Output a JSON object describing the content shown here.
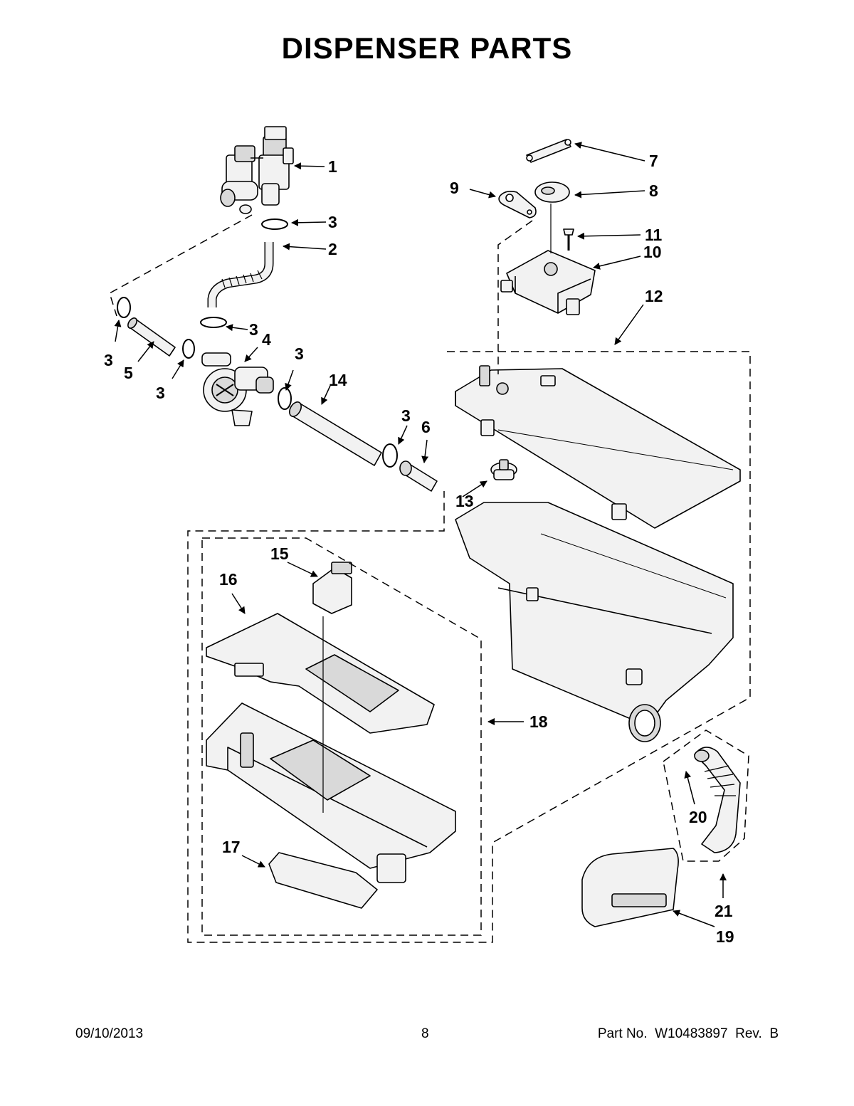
{
  "title": "DISPENSER PARTS",
  "footer": {
    "date": "09/10/2013",
    "page_number": "8",
    "part_number": "Part No.  W10483897  Rev.  B"
  },
  "callouts": {
    "c1": "1",
    "c2": "2",
    "c3a": "3",
    "c3b": "3",
    "c3c": "3",
    "c3d": "3",
    "c3e": "3",
    "c3f": "3",
    "c4": "4",
    "c5": "5",
    "c6": "6",
    "c7": "7",
    "c8": "8",
    "c9": "9",
    "c10": "10",
    "c11": "11",
    "c12": "12",
    "c13": "13",
    "c14": "14",
    "c15": "15",
    "c16": "16",
    "c17": "17",
    "c18": "18",
    "c19": "19",
    "c20": "20",
    "c21": "21"
  },
  "colors": {
    "ink": "#000000",
    "paper": "#ffffff",
    "part_fill": "#f2f2f2",
    "part_shade": "#d9d9d9"
  }
}
